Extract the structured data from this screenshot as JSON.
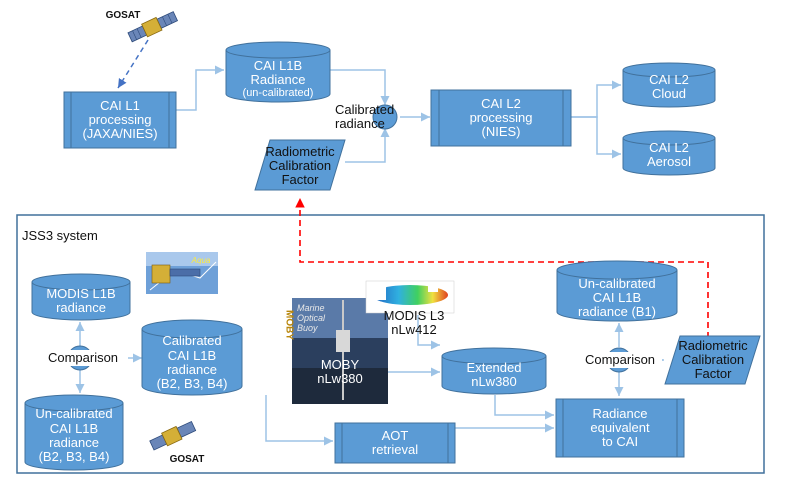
{
  "colors": {
    "node_fill": "#5b9bd5",
    "node_stroke": "#41719c",
    "arrow": "#9dc3e6",
    "feedback_arrow": "#ff0000",
    "gosat_arrow": "#4472c4",
    "system_border": "#41719c"
  },
  "top": {
    "gosat_label": "GOSAT",
    "cai_l1": [
      "CAI L1",
      "processing",
      "(JAXA/NIES)"
    ],
    "cai_l1b": [
      "CAI L1B",
      "Radiance"
    ],
    "cai_l1b_sub": "(un-calibrated)",
    "calibrated_radiance": [
      "Calibrated",
      "radiance"
    ],
    "rcf": [
      "Radiometric",
      "Calibration",
      "Factor"
    ],
    "cai_l2": [
      "CAI L2",
      "processing",
      "(NIES)"
    ],
    "cai_l2_cloud": [
      "CAI L2",
      "Cloud"
    ],
    "cai_l2_aerosol": [
      "CAI L2",
      "Aerosol"
    ]
  },
  "jss3": {
    "system_label": "JSS3 system",
    "aqua_label": "Aqua",
    "modis_l1b": [
      "MODIS L1B",
      "radiance"
    ],
    "comparison_left": "Comparison",
    "uncal_left": [
      "Un-calibrated",
      "CAI L1B",
      "radiance",
      "(B2, B3, B4)"
    ],
    "gosat_label": "GOSAT",
    "cal_cai_l1b": [
      "Calibrated",
      "CAI L1B",
      "radiance",
      "(B2, B3, B4)"
    ],
    "moby_side": "MOBY",
    "moby_photo_text": [
      "Marine",
      "Optical",
      "Buoy"
    ],
    "moby_label": [
      "MOBY",
      "nLw380"
    ],
    "modis_l3": [
      "MODIS L3",
      "nLw412"
    ],
    "extended": [
      "Extended",
      "nLw380"
    ],
    "aot": [
      "AOT",
      "retrieval"
    ],
    "uncal_b1": [
      "Un-calibrated",
      "CAI L1B",
      "radiance (B1)"
    ],
    "comparison_right": "Comparison",
    "rcf": [
      "Radiometric",
      "Calibration",
      "Factor"
    ],
    "radiance_equiv": [
      "Radiance",
      "equivalent",
      "to CAI"
    ]
  }
}
